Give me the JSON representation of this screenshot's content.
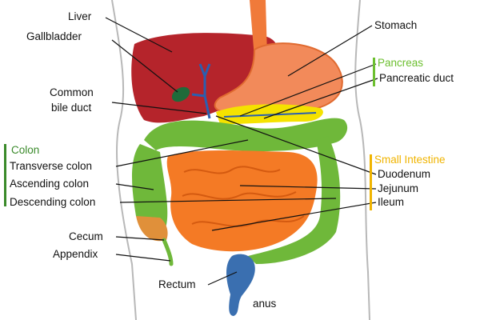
{
  "labels": {
    "liver": "Liver",
    "gallbladder": "Gallbladder",
    "common_bile_duct_1": "Common",
    "common_bile_duct_2": "bile duct",
    "colon_title": "Colon",
    "transverse_colon": "Transverse colon",
    "ascending_colon": "Ascending colon",
    "descending_colon": "Descending colon",
    "cecum": "Cecum",
    "appendix": "Appendix",
    "rectum": "Rectum",
    "anus": "anus",
    "stomach": "Stomach",
    "pancreas_title": "Pancreas",
    "pancreatic_duct": "Pancreatic duct",
    "small_intestine_title": "Small Intestine",
    "duodenum": "Duodenum",
    "jejunum": "Jejunum",
    "ileum": "Ileum"
  },
  "colors": {
    "liver": "#b5242b",
    "gallbladder": "#1f6b3a",
    "bile_duct": "#2a5fb0",
    "stomach": "#f28a5a",
    "esophagus": "#f07a3a",
    "pancreas": "#f5e200",
    "colon": "#6fb83a",
    "small_intestine": "#f47a25",
    "rectum": "#3a6fb0",
    "colon_group": "#3a8a2a",
    "pancreas_group": "#6cbf2f",
    "small_intestine_group": "#f0b400",
    "body_outline": "#b8b8b8"
  }
}
